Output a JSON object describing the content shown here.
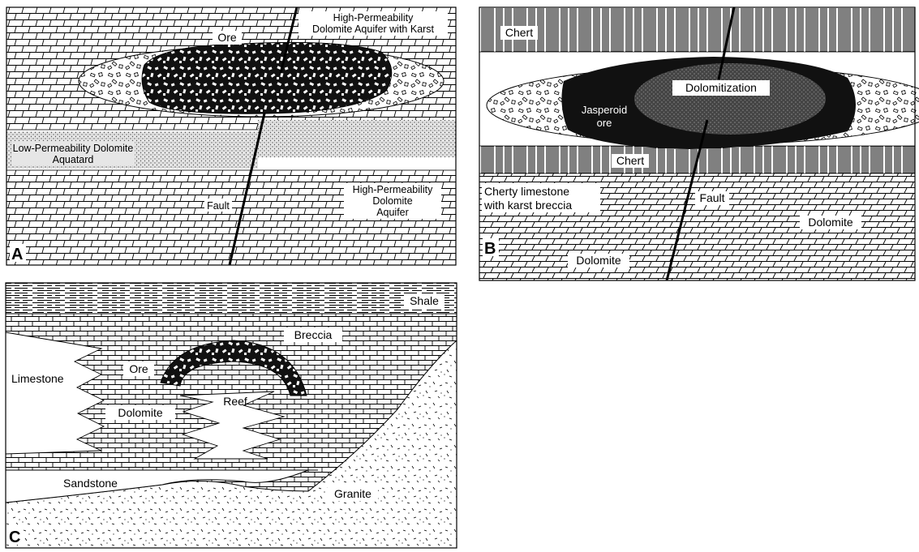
{
  "figure": {
    "panel_a": {
      "letter": "A",
      "ore": "Ore",
      "upper_aquifer": [
        "High-Permeability",
        "Dolomite Aquifer with Karst"
      ],
      "aquitard": [
        "Low-Permeability Dolomite",
        "Aquatard"
      ],
      "fault": "Fault",
      "lower_aquifer": [
        "High-Permeability",
        "Dolomite",
        "Aquifer"
      ]
    },
    "panel_b": {
      "letter": "B",
      "chert_top": "Chert",
      "chert_mid": "Chert",
      "dolomitization": "Dolomitization",
      "jasperoid": [
        "Jasperoid",
        "ore"
      ],
      "cherty_limestone": [
        "Cherty limestone",
        "with karst breccia"
      ],
      "fault": "Fault",
      "dolomite_right": "Dolomite",
      "dolomite_bottom": "Dolomite"
    },
    "panel_c": {
      "letter": "C",
      "shale": "Shale",
      "breccia": "Breccia",
      "limestone": "Limestone",
      "ore": "Ore",
      "reef": "Reef",
      "dolomite": "Dolomite",
      "sandstone": "Sandstone",
      "granite": "Granite"
    }
  }
}
